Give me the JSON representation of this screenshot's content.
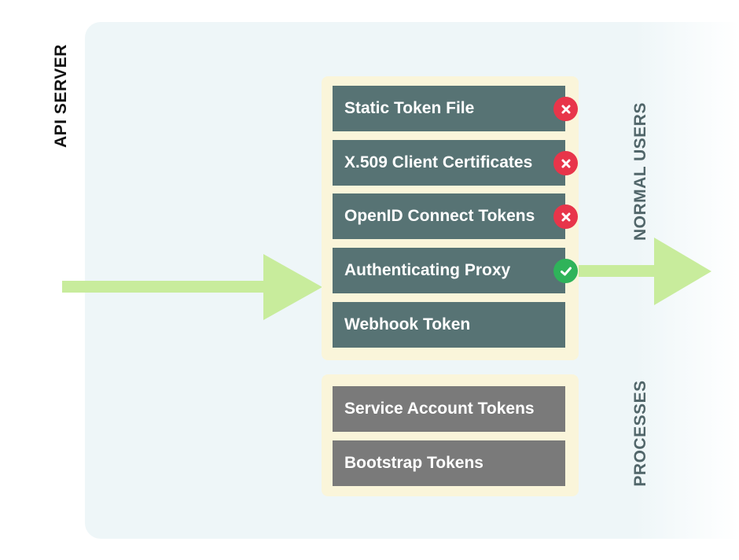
{
  "labels": {
    "api_server": "API SERVER",
    "normal_users": "NORMAL USERS",
    "processes": "PROCESSES"
  },
  "normal_users_methods": [
    {
      "label": "Static Token File",
      "status": "rejected"
    },
    {
      "label": "X.509 Client Certificates",
      "status": "rejected"
    },
    {
      "label": "OpenID Connect Tokens",
      "status": "rejected"
    },
    {
      "label": "Authenticating Proxy",
      "status": "accepted"
    },
    {
      "label": "Webhook Token",
      "status": "none"
    }
  ],
  "process_methods": [
    {
      "label": "Service Account Tokens"
    },
    {
      "label": "Bootstrap Tokens"
    }
  ],
  "colors": {
    "auth_box": "#577374",
    "process_box": "#7a7a7a",
    "group_bg": "#faf5da",
    "panel_bg": "#eef6f8",
    "arrow": "#c8ec9c",
    "rejected": "#e8354a",
    "accepted": "#2fb35a"
  },
  "icons": {
    "rejected": "x-circle-icon",
    "accepted": "check-circle-icon"
  }
}
